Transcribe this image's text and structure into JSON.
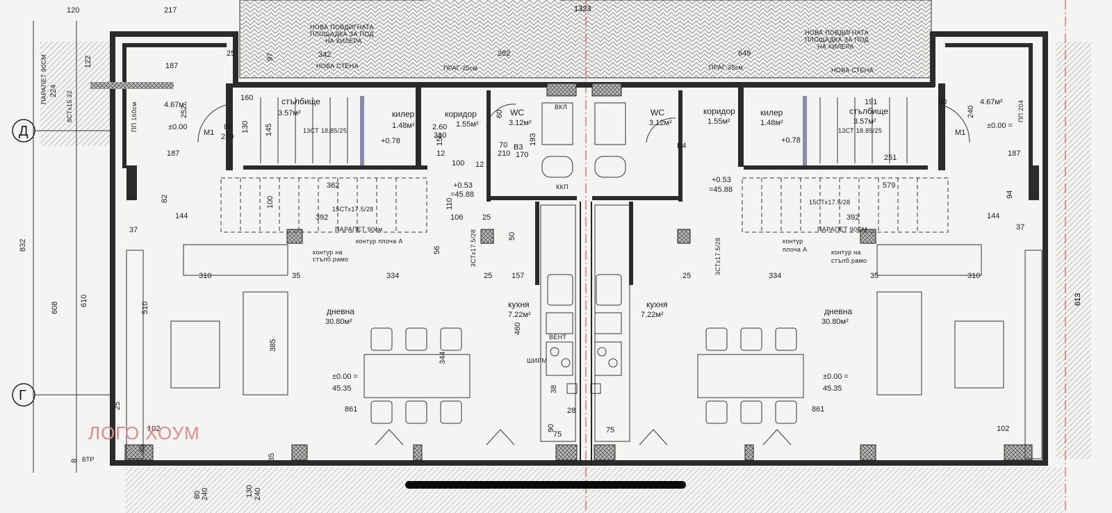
{
  "watermark": "ЛОГО ХОУМ",
  "grid_axes": [
    "Д",
    "Г"
  ],
  "left_unit": {
    "rooms": [
      {
        "id": "entry",
        "name": "",
        "area": "4.67м²"
      },
      {
        "id": "stair",
        "name": "стълбище",
        "area": "3.57м²"
      },
      {
        "id": "storage",
        "name": "килер",
        "area": "1.48м²"
      },
      {
        "id": "corridor",
        "name": "коридор",
        "area": "1.55м²"
      },
      {
        "id": "wc",
        "name": "WC",
        "area": "3.12м²"
      },
      {
        "id": "kitchen",
        "name": "кухня",
        "area": "7.22м²"
      },
      {
        "id": "living",
        "name": "дневна",
        "area": "30.80м²"
      }
    ],
    "door_tags": [
      "M1",
      "B3"
    ],
    "levels": [
      "±0.00",
      "+0.78",
      "+0.53",
      "=45.88",
      "±0.00 =",
      "45.35"
    ],
    "notes": [
      "НОВА ПОВДИГНАТА",
      "ПЛОЩАДКА ЗА ПОД",
      "НА КИЛЕРА",
      "НОВА СТЕНА",
      "ПРАГ-25см",
      "ПАРАПЕТ 90см",
      "контур плоча А",
      "контур на",
      "стълб.рамо",
      "13СТ 18.85/25",
      "15СТх17.5/28",
      "3СТх17.5/28",
      "ВЕНТ",
      "ШИРМ",
      "ВКЛ",
      "ККП",
      "ПП 160см",
      "8СТх15.32",
      "ПАРАПЕТ 90СМ",
      "ВТР"
    ],
    "dims": [
      "120",
      "217",
      "342",
      "282",
      "97",
      "122",
      "224",
      "187",
      "25",
      "252",
      "85",
      "210",
      "130",
      "145",
      "187",
      "82",
      "144",
      "362",
      "392",
      "100",
      "110",
      "106",
      "37",
      "310",
      "35",
      "334",
      "157",
      "510",
      "385",
      "861",
      "102",
      "40",
      "25",
      "35",
      "90",
      "75",
      "28",
      "38",
      "460",
      "344",
      "60",
      "170",
      "193",
      "70",
      "210",
      "12",
      "155",
      "2.60",
      "210",
      "12",
      "100",
      "50",
      "56",
      "25",
      "25",
      "160",
      "80",
      "240",
      "130",
      "240",
      "8"
    ]
  },
  "right_unit": {
    "rooms": [
      {
        "id": "entry",
        "name": "",
        "area": "4.67м²"
      },
      {
        "id": "stair",
        "name": "стълбище",
        "area": "3.57м²"
      },
      {
        "id": "storage",
        "name": "килер",
        "area": "1.48м²"
      },
      {
        "id": "corridor",
        "name": "коридор",
        "area": "1.55м²"
      },
      {
        "id": "wc",
        "name": "WC",
        "area": "3.12м²"
      },
      {
        "id": "kitchen",
        "name": "кухня",
        "area": "7.22м²"
      },
      {
        "id": "living",
        "name": "дневна",
        "area": "30.80м²"
      }
    ],
    "door_tags": [
      "M1",
      "B4"
    ],
    "levels": [
      "±0.00 =",
      "+0.78",
      "+0.53",
      "=45.88",
      "±0.00 =",
      "45.35"
    ],
    "notes": [
      "НОВА ПОВДИГНАТА",
      "ПЛОЩАДКА ЗА ПОД",
      "НА КИЛЕРА",
      "НОВА СТЕНА",
      "ПРАГ-25см",
      "ПАРАПЕТ 90СМ",
      "контур",
      "плоча А",
      "контур на",
      "стълб.рамо",
      "13СТ 18.85/25",
      "15СТх17.5/28",
      "3СТх17.5/28",
      "ПП 204"
    ],
    "dims": [
      "1323",
      "649",
      "191",
      "60",
      "240",
      "187",
      "251",
      "579",
      "392",
      "144",
      "37",
      "94",
      "310",
      "334",
      "861",
      "102",
      "75",
      "613",
      "35",
      "25"
    ]
  },
  "outer_dims": {
    "total_height": "832",
    "inner_h1": "608",
    "inner_h2": "610",
    "right_h": "613",
    "top_total": "1323"
  },
  "accent": {
    "watermark": "#e08a8a",
    "axis_line": "#d33333",
    "wall": "#2b2b2b"
  }
}
